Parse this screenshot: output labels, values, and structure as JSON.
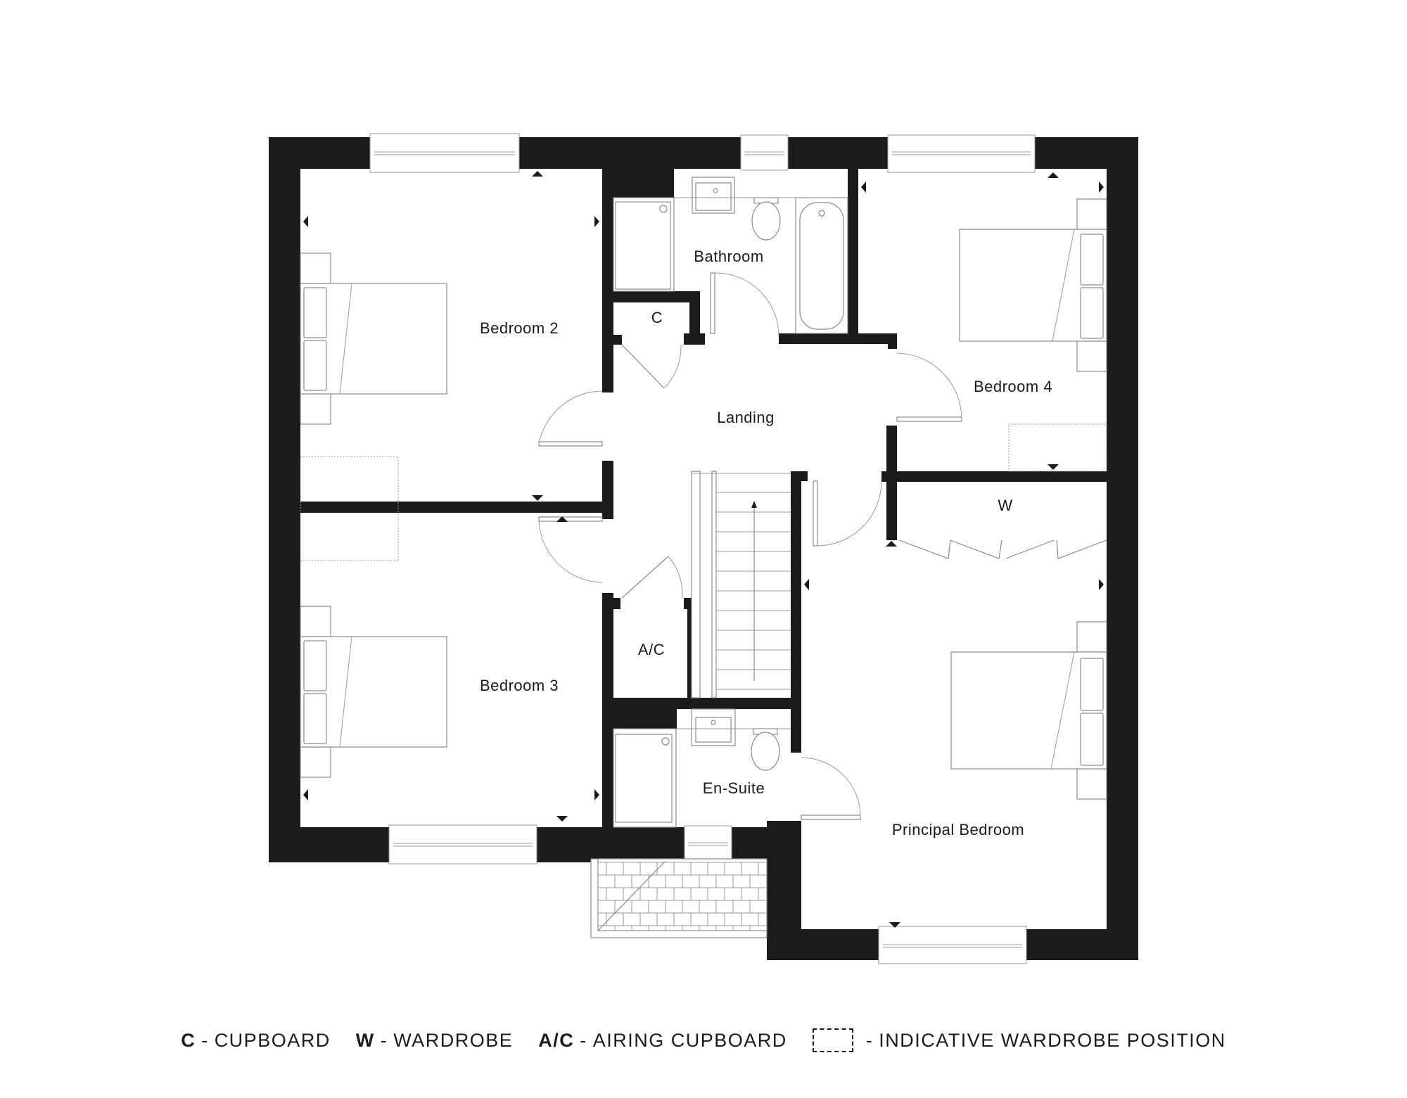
{
  "floorplan": {
    "rooms": {
      "bedroom2": "Bedroom 2",
      "bathroom": "Bathroom",
      "cupboard": "C",
      "landing": "Landing",
      "bedroom4": "Bedroom 4",
      "wardrobe": "W",
      "airing_cupboard": "A/C",
      "bedroom3": "Bedroom 3",
      "ensuite": "En-Suite",
      "principal_bedroom": "Principal Bedroom"
    },
    "wall_color": "#1c1a1b",
    "fixture_stroke": "#8a8a8a"
  },
  "legend": {
    "items": [
      {
        "key": "C",
        "sep": "-",
        "label": "CUPBOARD"
      },
      {
        "key": "W",
        "sep": "-",
        "label": "WARDROBE"
      },
      {
        "key": "A/C",
        "sep": "-",
        "label": "AIRING CUPBOARD"
      },
      {
        "key": "",
        "sep": "-",
        "label": "INDICATIVE WARDROBE POSITION",
        "icon": "dashed-box-icon"
      }
    ]
  }
}
